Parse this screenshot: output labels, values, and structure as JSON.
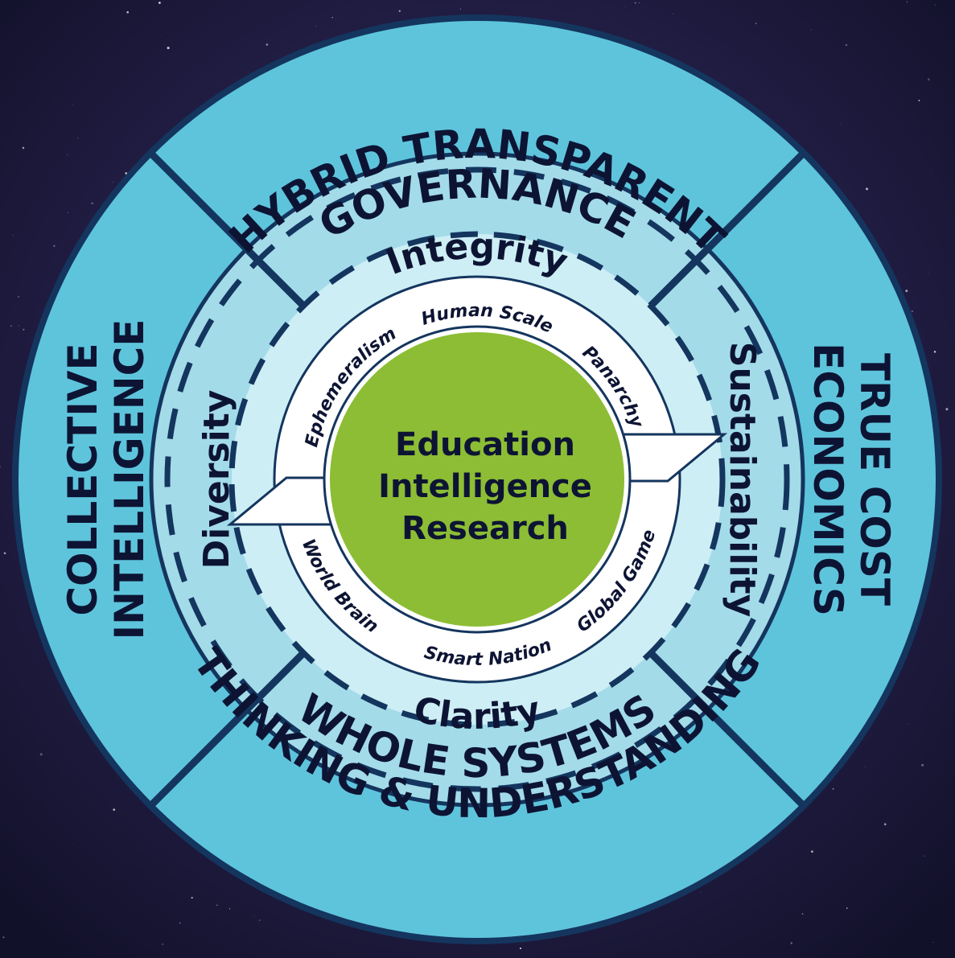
{
  "outer_ring": {
    "top_line1": "HYBRID TRANSPARENT",
    "top_line2": "GOVERNANCE",
    "left_line1": "COLLECTIVE",
    "left_line2": "INTELLIGENCE",
    "right_line1": "TRUE COST",
    "right_line2": "ECONOMICS",
    "bottom_line1": "WHOLE SYSTEMS",
    "bottom_line2": "THINKING & UNDERSTANDING"
  },
  "middle_ring": {
    "top": "Integrity",
    "left": "Diversity",
    "right": "Sustainability",
    "bottom": "Clarity"
  },
  "inner_ring": {
    "items": [
      "Ephemeralism",
      "Human Scale",
      "Panarchy",
      "Global Game",
      "Smart Nation",
      "World Brain"
    ]
  },
  "core": {
    "line1": "Education",
    "line2": "Intelligence",
    "line3": "Research"
  },
  "colors": {
    "background": "#1b1838",
    "outer_ring": "#5ec4dc",
    "middle_ring": "#a3dbe9",
    "inner_band": "#cdeef5",
    "arrow_ring": "#ffffff",
    "core": "#8cbd34",
    "stroke": "#14355e"
  }
}
